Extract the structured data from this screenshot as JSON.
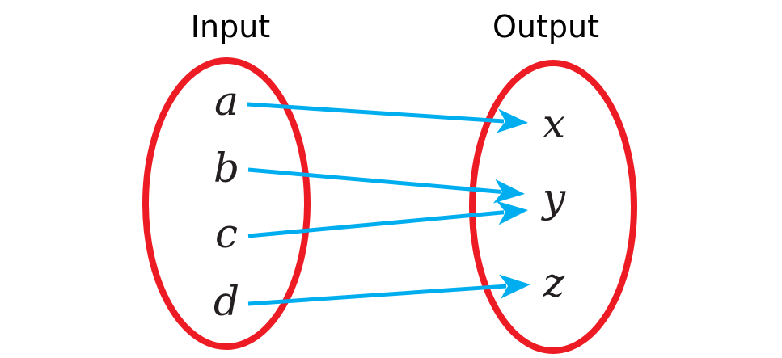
{
  "diagram": {
    "type": "function-mapping",
    "input_label": "Input",
    "output_label": "Output",
    "inputs": [
      "a",
      "b",
      "c",
      "d"
    ],
    "outputs": [
      "x",
      "y",
      "z"
    ],
    "mappings": [
      {
        "from": "a",
        "to": "x"
      },
      {
        "from": "b",
        "to": "y"
      },
      {
        "from": "c",
        "to": "y"
      },
      {
        "from": "d",
        "to": "z"
      }
    ],
    "colors": {
      "ellipse": "#ed1c24",
      "arrow": "#00aeef",
      "text": "#231f20"
    }
  }
}
